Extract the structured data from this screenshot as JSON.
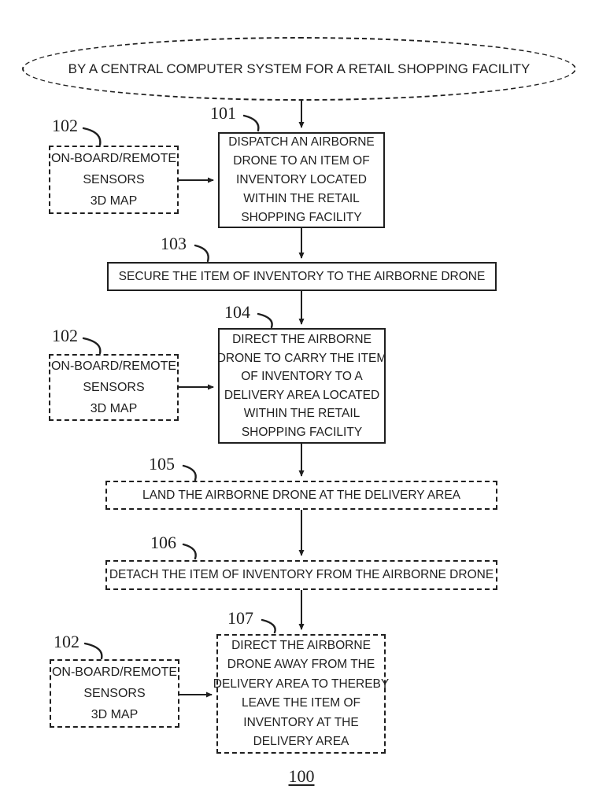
{
  "diagram": {
    "figure_number": "100",
    "ink_color": "#1f1f1f",
    "background_color": "#ffffff",
    "start": {
      "text": "BY A CENTRAL COMPUTER SYSTEM FOR A RETAIL SHOPPING FACILITY"
    },
    "steps": {
      "s101": {
        "ref": "101",
        "lines": [
          "DISPATCH AN AIRBORNE",
          "DRONE TO AN ITEM OF",
          "INVENTORY LOCATED",
          "WITHIN THE RETAIL",
          "SHOPPING FACILITY"
        ]
      },
      "s103": {
        "ref": "103",
        "lines": [
          "SECURE THE ITEM OF INVENTORY TO THE AIRBORNE DRONE"
        ]
      },
      "s104": {
        "ref": "104",
        "lines": [
          "DIRECT THE AIRBORNE",
          "DRONE TO CARRY THE ITEM",
          "OF INVENTORY TO A",
          "DELIVERY AREA LOCATED",
          "WITHIN THE RETAIL",
          "SHOPPING FACILITY"
        ]
      },
      "s105": {
        "ref": "105",
        "lines": [
          "LAND THE AIRBORNE DRONE AT THE DELIVERY AREA"
        ]
      },
      "s106": {
        "ref": "106",
        "lines": [
          "DETACH THE ITEM OF INVENTORY FROM THE AIRBORNE DRONE"
        ]
      },
      "s107": {
        "ref": "107",
        "lines": [
          "DIRECT THE AIRBORNE",
          "DRONE AWAY FROM THE",
          "DELIVERY AREA TO THEREBY",
          "LEAVE THE ITEM OF",
          "INVENTORY AT THE",
          "DELIVERY AREA"
        ]
      }
    },
    "sensors": {
      "ref": "102",
      "lines": [
        "ON-BOARD/REMOTE",
        "SENSORS",
        "3D MAP"
      ]
    }
  }
}
